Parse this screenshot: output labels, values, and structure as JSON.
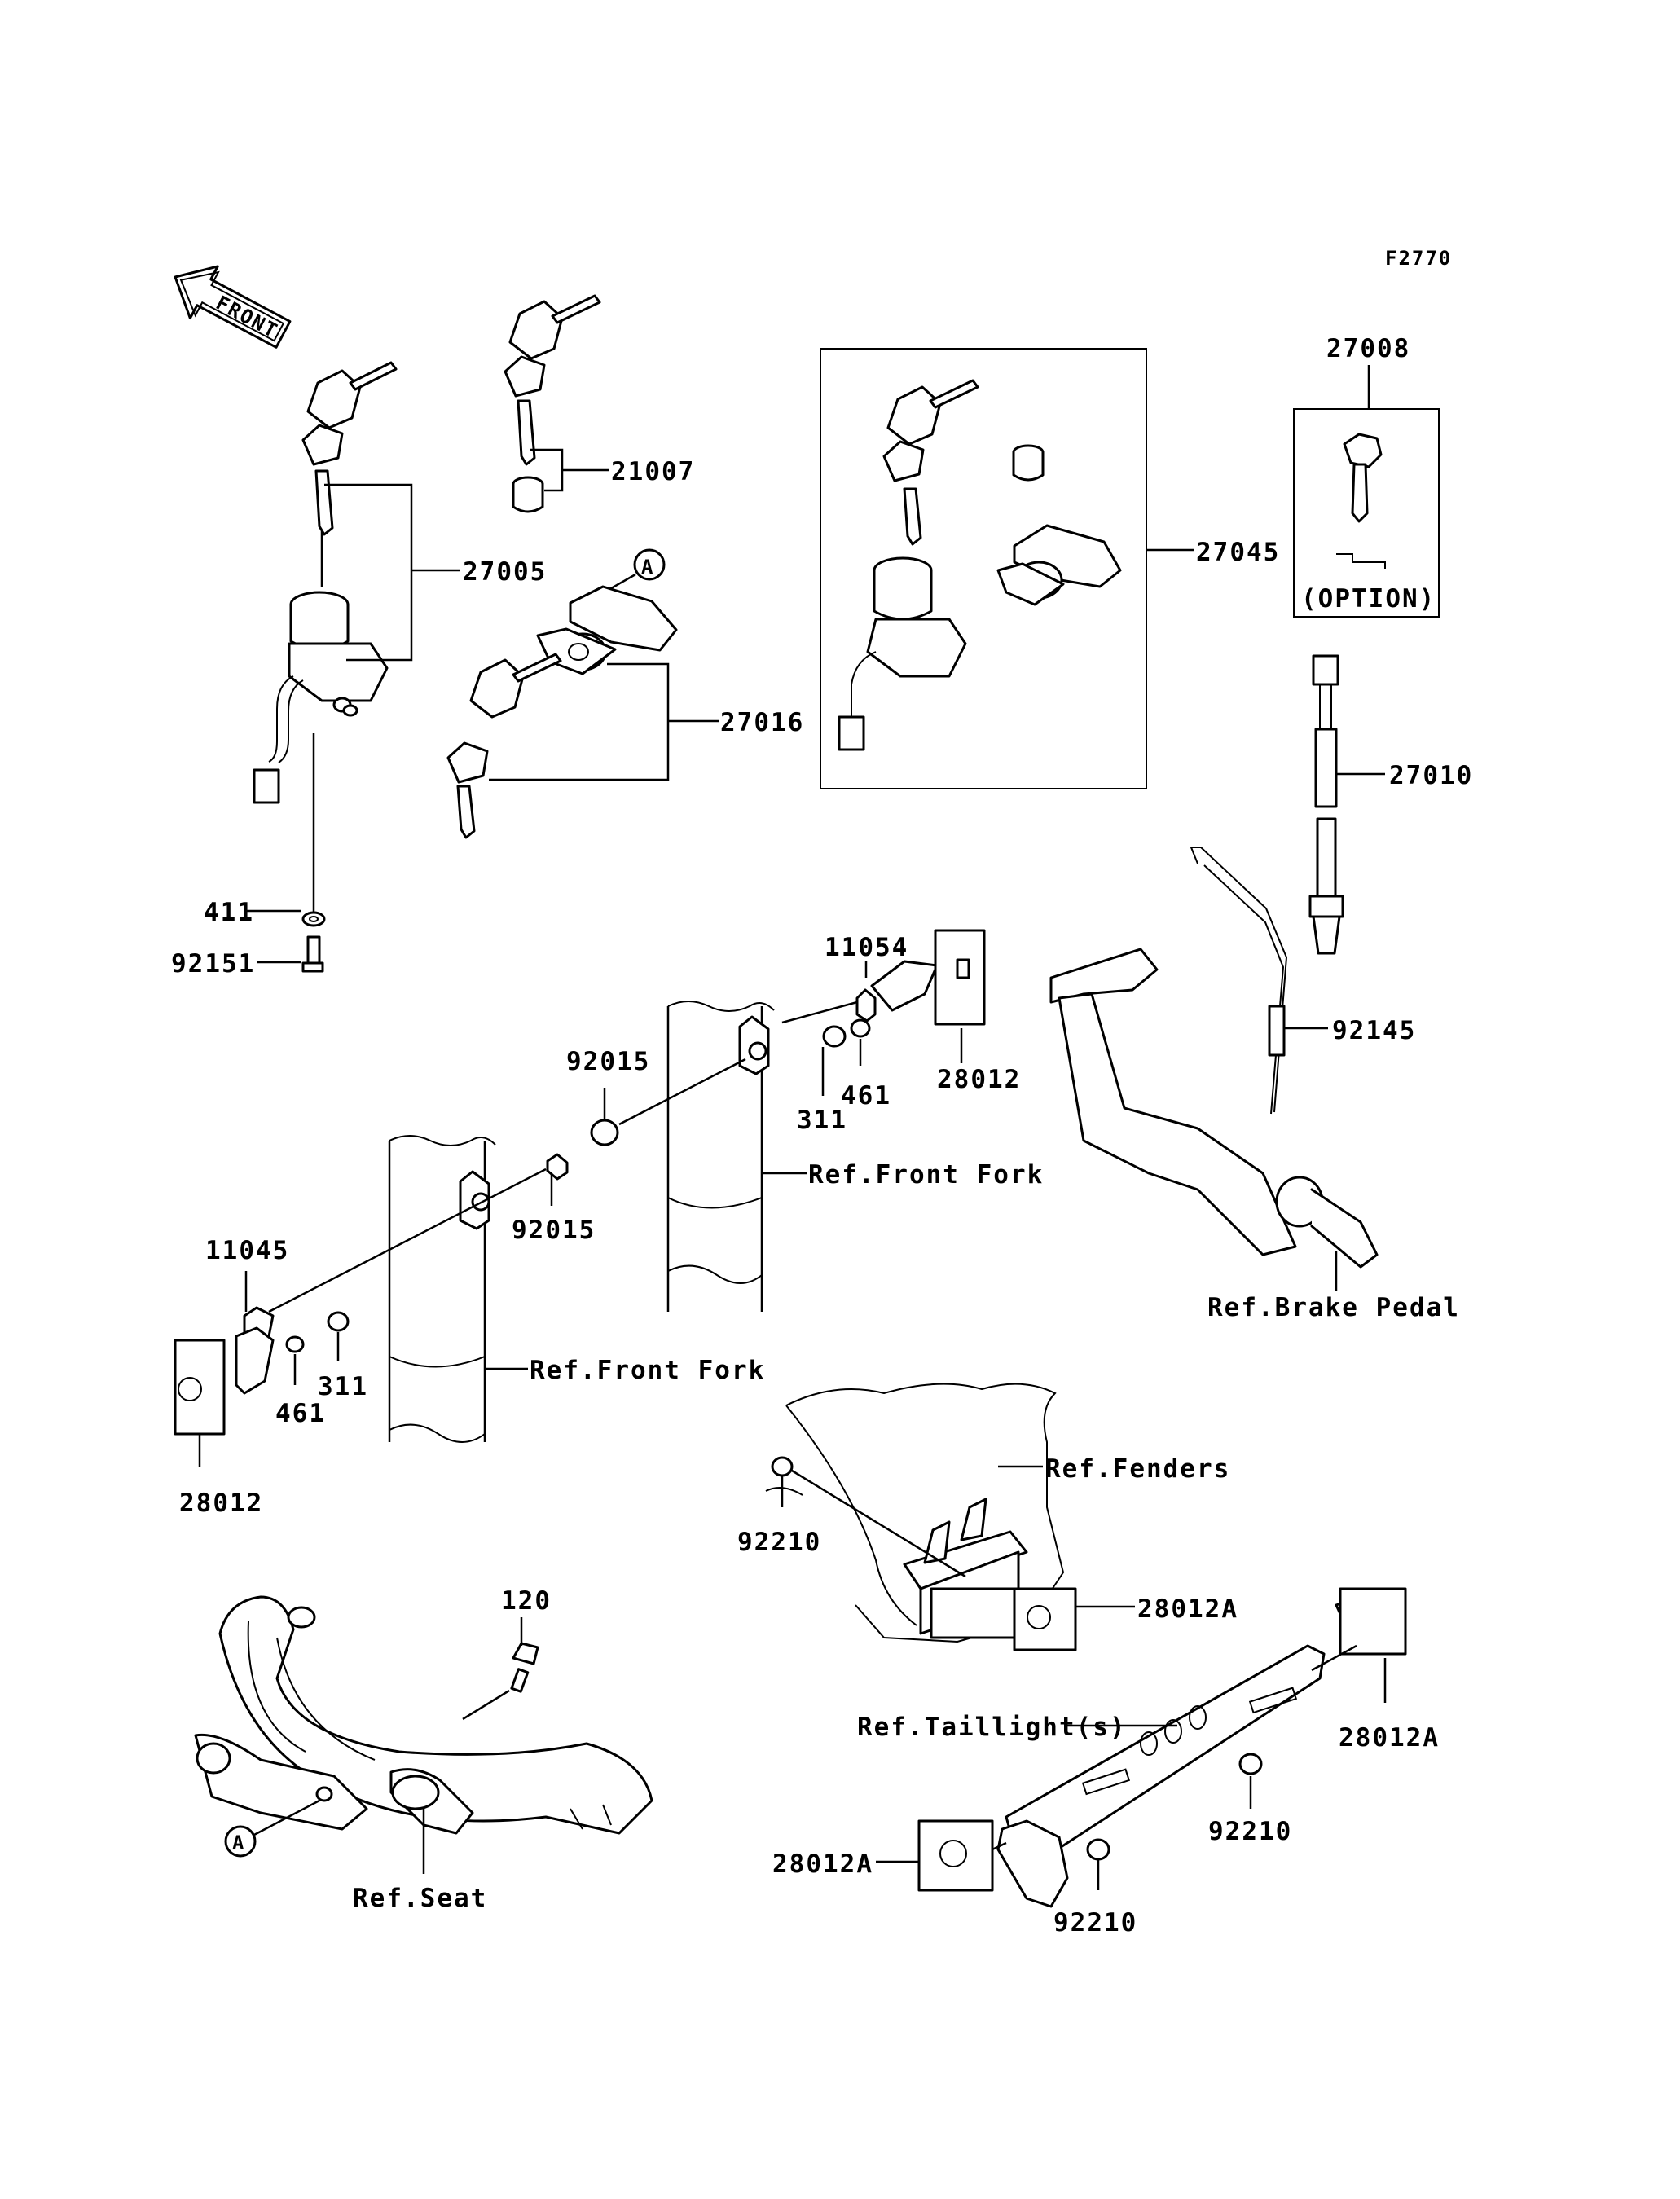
{
  "figure_code": "F2770",
  "front_label": "FRONT",
  "circle_marker": "A",
  "option_label": "(OPTION)",
  "parts": {
    "p27008": "27008",
    "p21007": "21007",
    "p27005": "27005",
    "p27045": "27045",
    "p27016": "27016",
    "p27010": "27010",
    "p411": "411",
    "p92151": "92151",
    "p11054": "11054",
    "p92145": "92145",
    "p92015_upper": "92015",
    "p461_upper": "461",
    "p28012_upper": "28012",
    "p311_upper": "311",
    "p92015_lower": "92015",
    "p11045": "11045",
    "p311_lower": "311",
    "p461_lower": "461",
    "p28012_lower": "28012",
    "p92210_left": "92210",
    "p28012A_fender": "28012A",
    "p120": "120",
    "p28012A_right": "28012A",
    "p92210_mid": "92210",
    "p28012A_left": "28012A",
    "p92210_bottom": "92210"
  },
  "refs": {
    "front_fork_upper": "Ref.Front Fork",
    "front_fork_lower": "Ref.Front Fork",
    "brake_pedal": "Ref.Brake Pedal",
    "fenders": "Ref.Fenders",
    "taillight": "Ref.Taillight(s)",
    "seat": "Ref.Seat"
  }
}
